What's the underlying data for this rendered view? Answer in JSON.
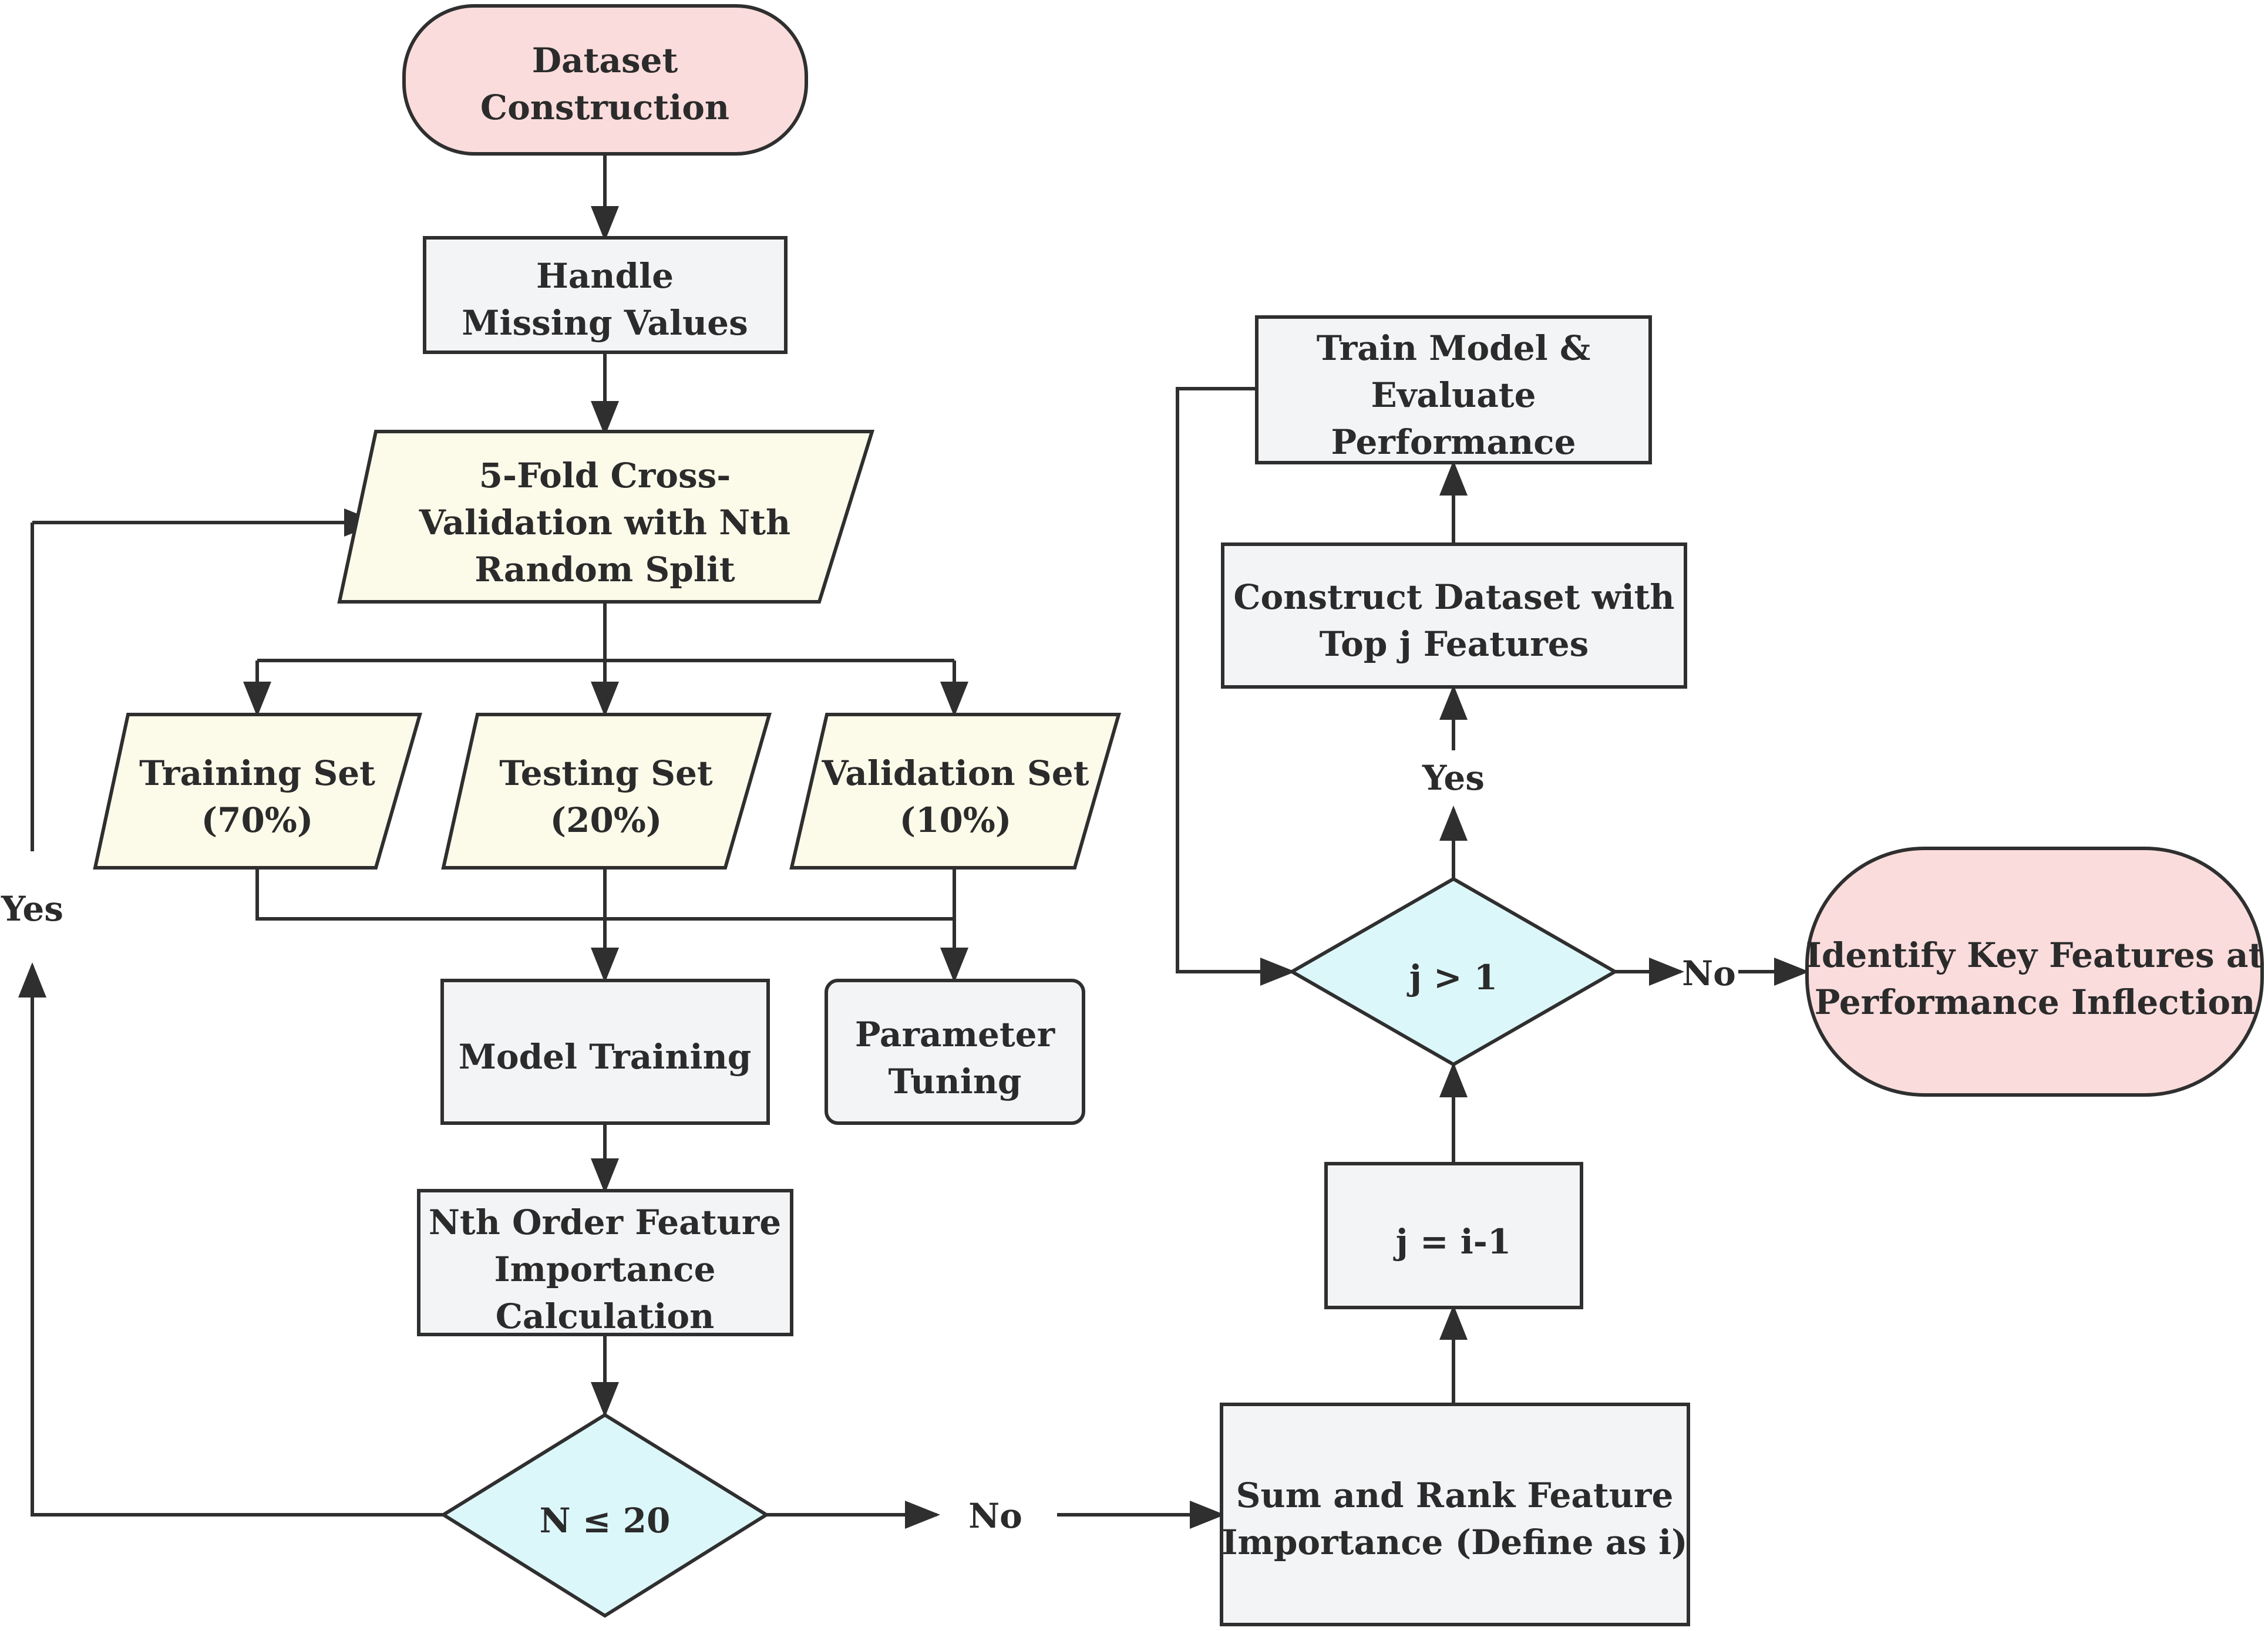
{
  "nodes": {
    "dataset_construction": [
      "Dataset",
      "Construction"
    ],
    "handle_missing": [
      "Handle",
      "Missing Values"
    ],
    "cross_validation": [
      "5-Fold Cross-",
      "Validation with Nth",
      "Random Split"
    ],
    "training_set": [
      "Training Set",
      "(70%)"
    ],
    "testing_set": [
      "Testing Set",
      "(20%)"
    ],
    "validation_set": [
      "Validation Set",
      "(10%)"
    ],
    "model_training": [
      "Model Training"
    ],
    "parameter_tuning": [
      "Parameter",
      "Tuning"
    ],
    "feature_importance": [
      "Nth Order Feature",
      "Importance",
      "Calculation"
    ],
    "n_condition": [
      "N ≤ 20"
    ],
    "sum_rank": [
      "Sum and Rank Feature",
      "Importance (Define as i)"
    ],
    "j_assign": [
      "j = i-1"
    ],
    "j_condition": [
      "j > 1"
    ],
    "construct_top_j": [
      "Construct Dataset with",
      "Top j Features"
    ],
    "train_evaluate": [
      "Train Model &",
      "Evaluate",
      "Performance"
    ],
    "identify_key": [
      "Identify Key Features at",
      "Performance Inflection"
    ]
  },
  "edge_labels": {
    "n_yes": "Yes",
    "n_no": "No",
    "j_yes": "Yes",
    "j_no": "No"
  },
  "colors": {
    "terminal_fill": "#fbdcdc",
    "process_fill": "#f3f4f6",
    "data_fill": "#fcfbea",
    "decision_fill": "#dcf7fa",
    "stroke": "#2f2f2f"
  }
}
